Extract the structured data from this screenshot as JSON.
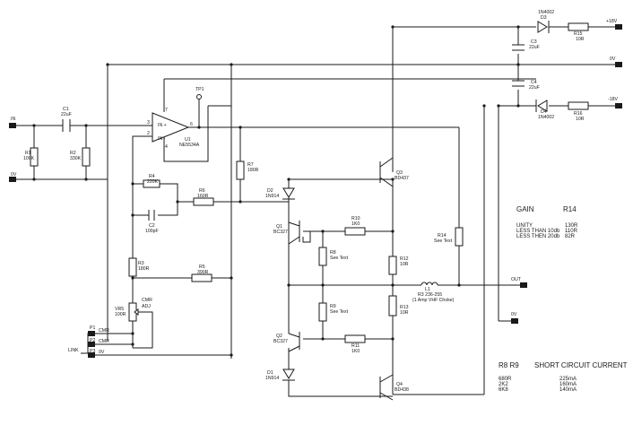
{
  "labels": {
    "in": "IN",
    "zero_v_left": "0V",
    "c1": "C1",
    "c1_val": "22uF",
    "r1": "R1",
    "r1_val": "100K",
    "r2": "R2",
    "r2_val": "330K",
    "tp1": "TP1",
    "u1": "U1",
    "u1_val": "NE5534A",
    "pin_in_plus": "IN +",
    "pin_in_minus": "IN -",
    "pin3": "3",
    "pin2": "2",
    "pin4": "4",
    "pin6": "6",
    "pin7": "7",
    "r4": "R4",
    "r4_val": "220K",
    "r6": "R6",
    "r6_val": "160R",
    "c2": "C2",
    "c2_val": "100pF",
    "r7": "R7",
    "r7_val": "180R",
    "r3": "R3",
    "r3_val": "180R",
    "r5": "R5",
    "r5_val": "390R",
    "vr5": "VR5",
    "vr5_val": "100R",
    "cmr_adj_1": "CMR",
    "cmr_adj_2": "ADJ",
    "p1": "P1",
    "p1_label": "CMR",
    "p2": "P2",
    "p2_label": "CMR",
    "p3": "P3",
    "p3_label": "0V",
    "link": "LINK",
    "d2": "D2",
    "d2_val": "1N914",
    "d1": "D1",
    "d1_val": "1N914",
    "q1": "Q1",
    "q1_val": "BC327",
    "q2": "Q2",
    "q2_val": "BC327",
    "q3": "Q3",
    "q3_val": "BD437",
    "q4": "Q4",
    "q4_val": "BD438",
    "r10": "R10",
    "r10_val": "1K0",
    "r11": "R11",
    "r11_val": "1K0",
    "r8": "R8",
    "r8_val": "See Text",
    "r9": "R9",
    "r9_val": "See Text",
    "r12": "R12",
    "r12_val": "10R",
    "r13": "R13",
    "r13_val": "10R",
    "r14": "R14",
    "r14_val": "See Text",
    "l1_1": "L1",
    "l1_2": "R3 236-255",
    "l1_3": "(1 Amp VHF Choke)",
    "out": "OUT",
    "zero_v_out": "0V",
    "d3": "D3",
    "d3_val": "1N4002",
    "d4": "D4",
    "d4_val": "1N4002",
    "r15": "R15",
    "r15_val": "10R",
    "r16": "R16",
    "r16_val": "10R",
    "c3": "C3",
    "c3_val": "22uF",
    "c4": "C4",
    "c4_val": "22uF",
    "plus18": "+18V",
    "minus18": "-18V",
    "zero_v_rail": "0V"
  },
  "gain_table": {
    "title_gain": "GAIN",
    "title_r14": "R14",
    "rows": [
      {
        "gain": "UNITY",
        "r14": "130R"
      },
      {
        "gain": "LESS THAN 10db",
        "r14": "110R"
      },
      {
        "gain": "LESS THEN 20db",
        "r14": "82R"
      }
    ]
  },
  "sc_table": {
    "title_r8r9": "R8 R9",
    "title_sc": "SHORT CIRCUIT CURRENT",
    "rows": [
      {
        "r": "680R",
        "i": "225mA"
      },
      {
        "r": "2K2",
        "i": "160mA"
      },
      {
        "r": "6K8",
        "i": "140mA"
      }
    ]
  }
}
